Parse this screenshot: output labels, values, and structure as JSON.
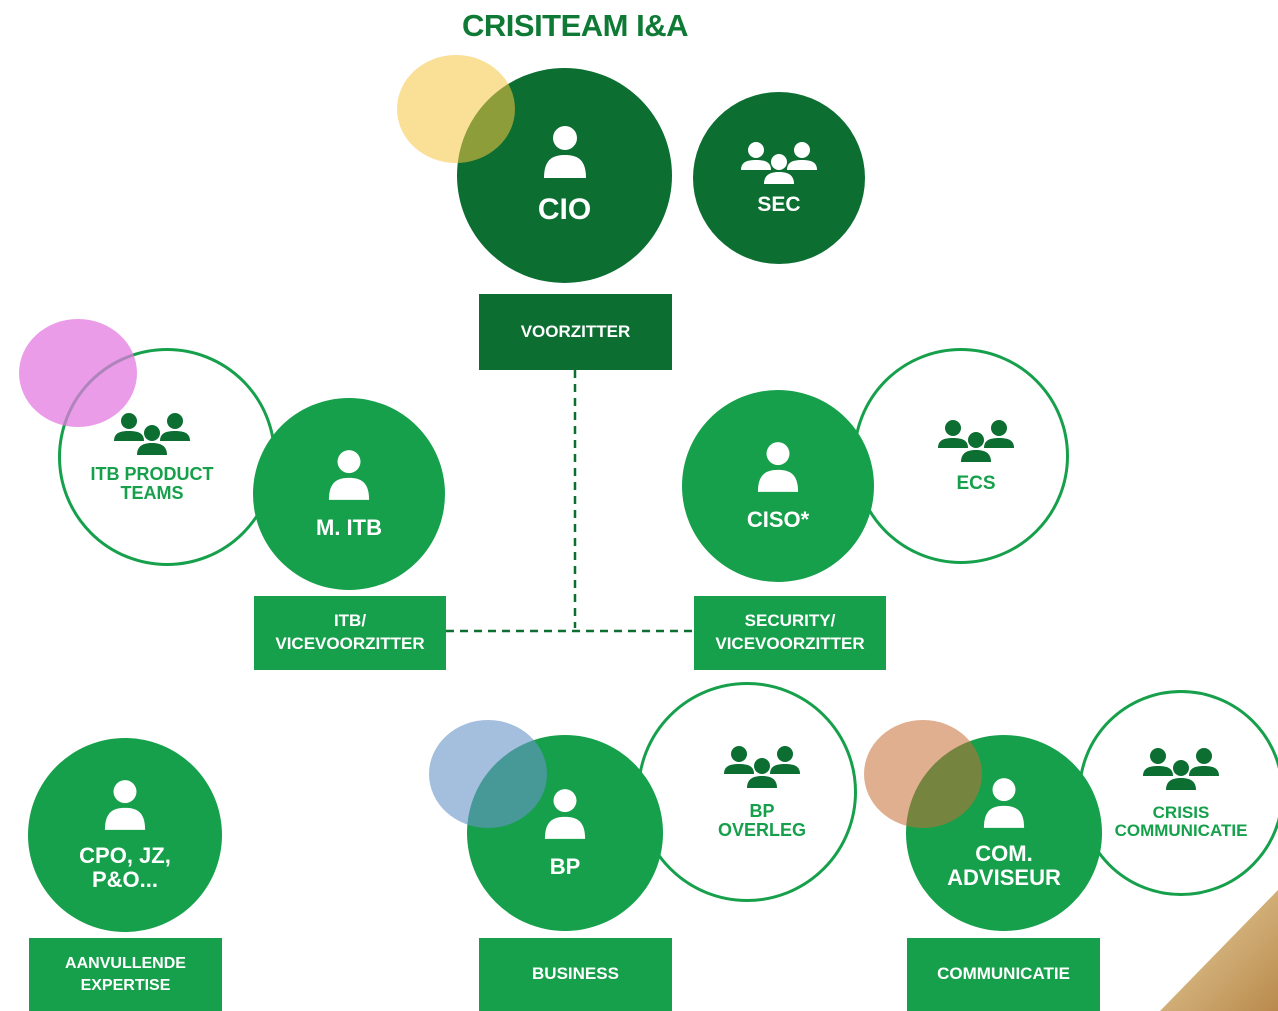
{
  "title": "CRISITEAM I&A",
  "colors": {
    "dark_green": "#0d6e32",
    "green": "#16a04b",
    "yellow_marker": "#f5c542",
    "pink_marker": "#e37be0",
    "blue_marker": "#7fa3cf",
    "orange_marker": "#c97b45"
  },
  "roles": {
    "cio": "CIO",
    "sec": "SEC",
    "mitb": "M. ITB",
    "itb_teams": "ITB PRODUCT\nTEAMS",
    "ciso": "CISO*",
    "ecs": "ECS",
    "cpo": "CPO, JZ,\nP&O...",
    "bp": "BP",
    "bp_overleg": "BP\nOVERLEG",
    "com_adviseur": "COM.\nADVISEUR",
    "crisis_comm": "CRISIS\nCOMMUNICATIE"
  },
  "boxes": {
    "voorzitter": "VOORZITTER",
    "itb_vice": "ITB/\nVICEVOORZITTER",
    "security_vice": "SECURITY/\nVICEVOORZITTER",
    "aanvullende": "AANVULLENDE\nEXPERTISE",
    "business": "BUSINESS",
    "communicatie": "COMMUNICATIE"
  },
  "icons": {
    "person": "person-icon",
    "group": "group-icon"
  }
}
